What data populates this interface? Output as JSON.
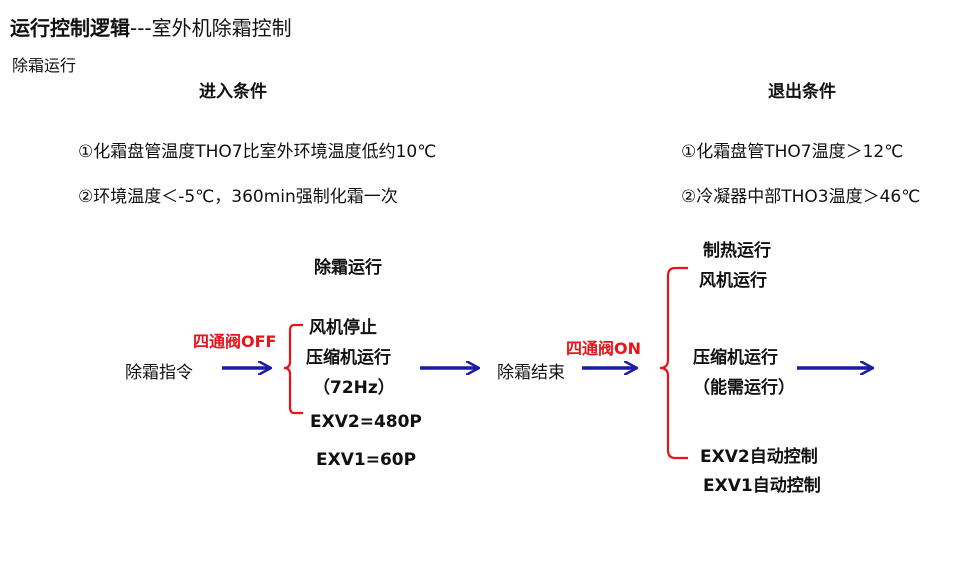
{
  "title": {
    "bold": "运行控制逻辑",
    "rest": "---室外机除霜控制"
  },
  "subtitle": "除霜运行",
  "entry": {
    "heading": "进入条件",
    "conditions": [
      "①化霜盘管温度THO7比室外环境温度低约10℃",
      "②环境温度＜-5℃，360min强制化霜一次"
    ]
  },
  "exit": {
    "heading": "退出条件",
    "conditions": [
      "①化霜盘管THO7温度＞12℃",
      "②冷凝器中部THO3温度＞46℃"
    ]
  },
  "flow": {
    "command": "除霜指令",
    "valve_off": "四通阀OFF",
    "defrost_heading": "除霜运行",
    "defrost_actions": [
      "风机停止",
      "压缩机运行",
      "（72Hz）",
      "EXV2=480P",
      "EXV1=60P"
    ],
    "end": "除霜结束",
    "valve_on": "四通阀ON",
    "after_actions": [
      "制热运行",
      "风机运行",
      "压缩机运行",
      "（能需运行）",
      "EXV2自动控制",
      "EXV1自动控制"
    ]
  },
  "colors": {
    "arrow": "#1a1aa6",
    "bracket": "#e8141b",
    "accent_text": "#e8141b"
  }
}
